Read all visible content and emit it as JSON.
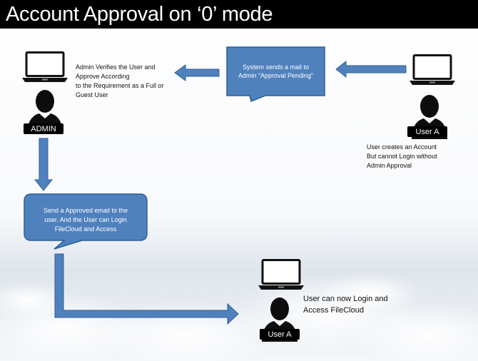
{
  "title": "Account Approval on ‘0’ mode",
  "colors": {
    "title_bar": "#000000",
    "box_fill": "#4f81bd",
    "box_stroke": "#2f5f98",
    "arrow_fill": "#4f81bd",
    "person": "#0d0d0d"
  },
  "nodes": {
    "admin": {
      "label": "ADMIN",
      "text_lines": [
        "Admin Verifies the User and",
        "Approve According",
        "to the Requirement as a Full or",
        "Guest User"
      ],
      "icons": [
        "laptop-icon",
        "person-icon"
      ]
    },
    "system_box": {
      "lines": [
        "System sends a mail to",
        "Admin “Approval Pending”"
      ]
    },
    "user_a_top": {
      "label": "User A",
      "text_lines": [
        "User  creates an Account",
        "But cannot Login without",
        "Admin Approval"
      ],
      "icons": [
        "laptop-icon",
        "person-icon"
      ]
    },
    "approved_box": {
      "lines": [
        "Send a Approved email to the",
        "user. And the User can Login",
        "FileCloud and Access"
      ]
    },
    "user_a_bottom": {
      "label": "User A",
      "text_lines": [
        "User can now Login and",
        "Access FileCloud"
      ],
      "icons": [
        "laptop-icon",
        "person-icon"
      ]
    }
  }
}
